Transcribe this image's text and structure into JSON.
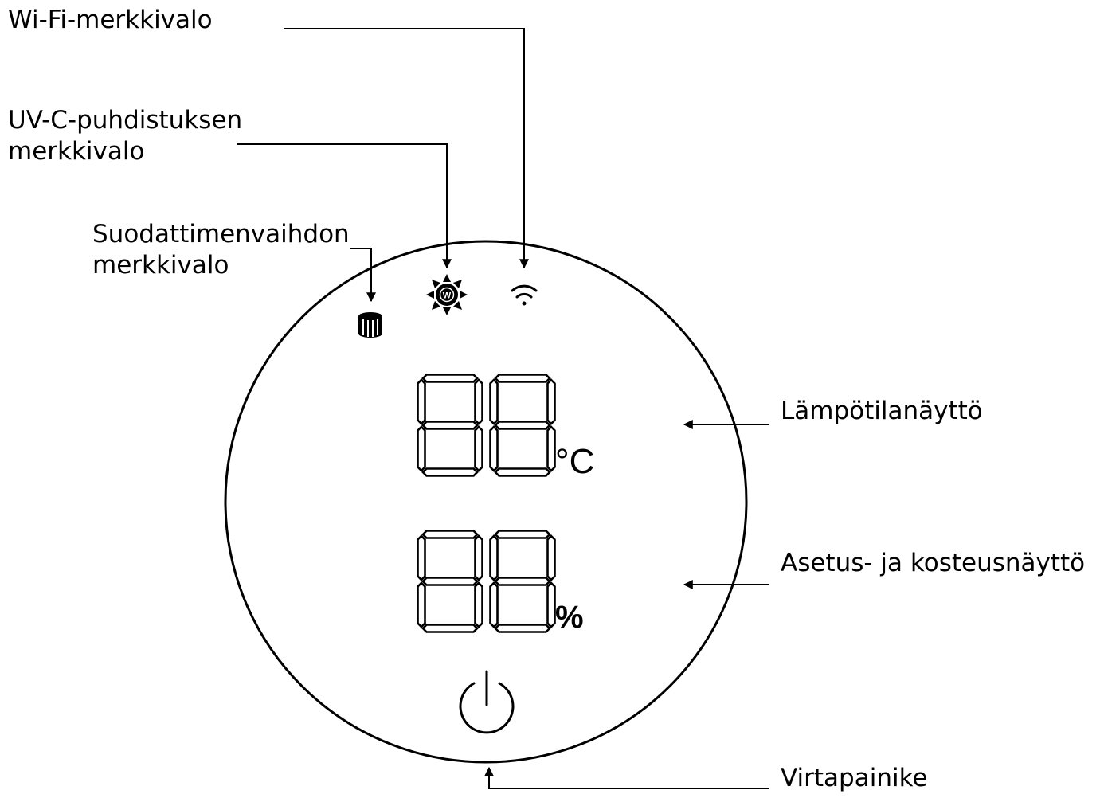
{
  "labels": {
    "wifi": "Wi-Fi-merkkivalo",
    "uvc_line1": "UV-C-puhdistuksen",
    "uvc_line2": "merkkivalo",
    "filter_line1": "Suodattimenvaihdon",
    "filter_line2": "merkkivalo",
    "temperature": "Lämpötilanäyttö",
    "setting_humidity": "Asetus- ja kosteusnäyttö",
    "power": "Virtapainike"
  },
  "display": {
    "temperature_digits": "88",
    "temperature_unit": "°C",
    "humidity_digits": "88",
    "humidity_unit": "%",
    "uvc_icon_letter": "W"
  },
  "icons": {
    "wifi": "wifi-icon",
    "uvc": "uvc-sun-icon",
    "filter": "filter-cylinder-icon",
    "power": "power-icon"
  },
  "colors": {
    "line": "#000000",
    "background": "#ffffff"
  }
}
